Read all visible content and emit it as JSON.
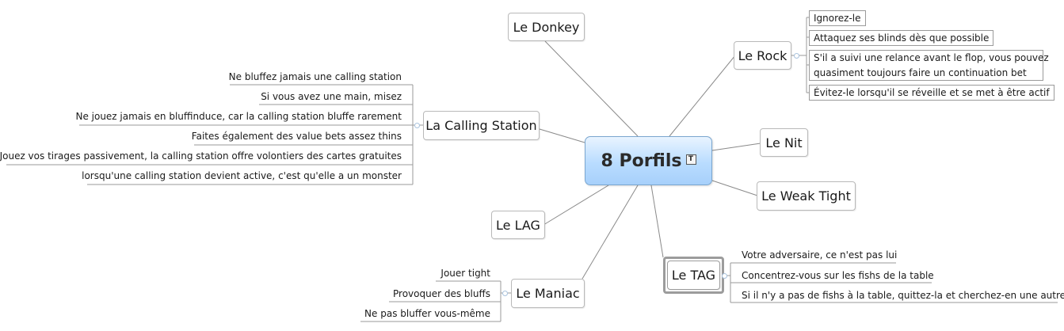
{
  "center": {
    "label": "8 Porfils"
  },
  "topics": {
    "donkey": "Le Donkey",
    "rock": "Le Rock",
    "calling": "La Calling Station",
    "nit": "Le Nit",
    "weak_tight": "Le Weak Tight",
    "lag": "Le LAG",
    "tag": "Le TAG",
    "maniac": "Le Maniac"
  },
  "rock_children": [
    "Ignorez-le",
    "Attaquez ses blinds dès que possible",
    "S'il a suivi une relance avant le flop, vous pouvez",
    "quasiment toujours faire un continuation bet",
    "Évitez-le lorsqu'il se réveille et se met à être actif"
  ],
  "calling_children": [
    "Ne bluffez jamais une calling station",
    "Si vous avez une main, misez",
    "Ne jouez jamais en bluffinduce, car la calling station bluffe rarement",
    "Faites également des value bets assez thins",
    "Jouez vos tirages passivement, la calling station offre volontiers des cartes gratuites",
    "lorsqu'une calling station devient active, c'est qu'elle a un monster"
  ],
  "tag_children": [
    "Votre adversaire, ce n'est pas lui",
    "Concentrez-vous sur les fishs de la table",
    "Si il n'y a pas de fishs à la table, quittez-la et cherchez-en une autre"
  ],
  "maniac_children": [
    "Jouer tight",
    "Provoquer des bluffs",
    "Ne pas bluffer vous-même"
  ]
}
